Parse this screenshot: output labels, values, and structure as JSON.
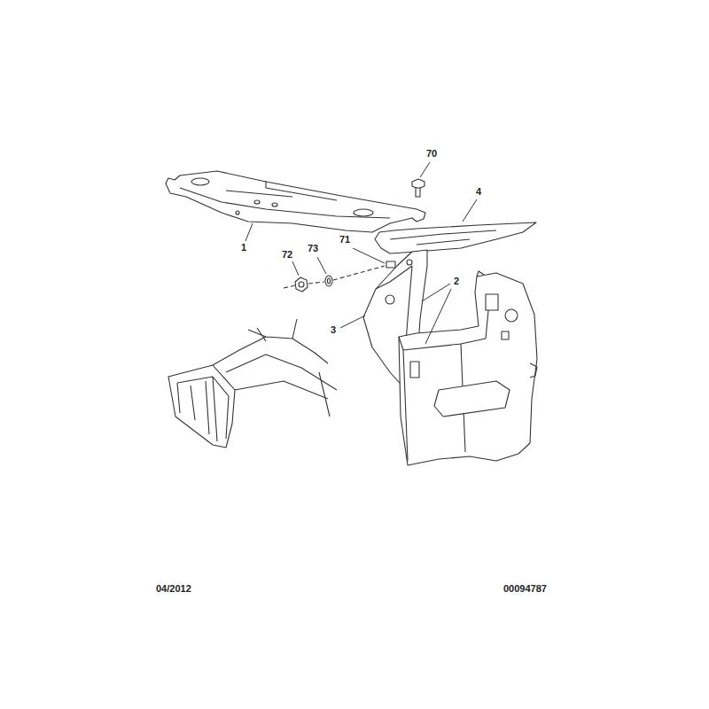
{
  "diagram": {
    "labels": [
      "70",
      "4",
      "1",
      "72",
      "73",
      "71",
      "2",
      "3",
      "04/2012",
      "00094787"
    ]
  }
}
